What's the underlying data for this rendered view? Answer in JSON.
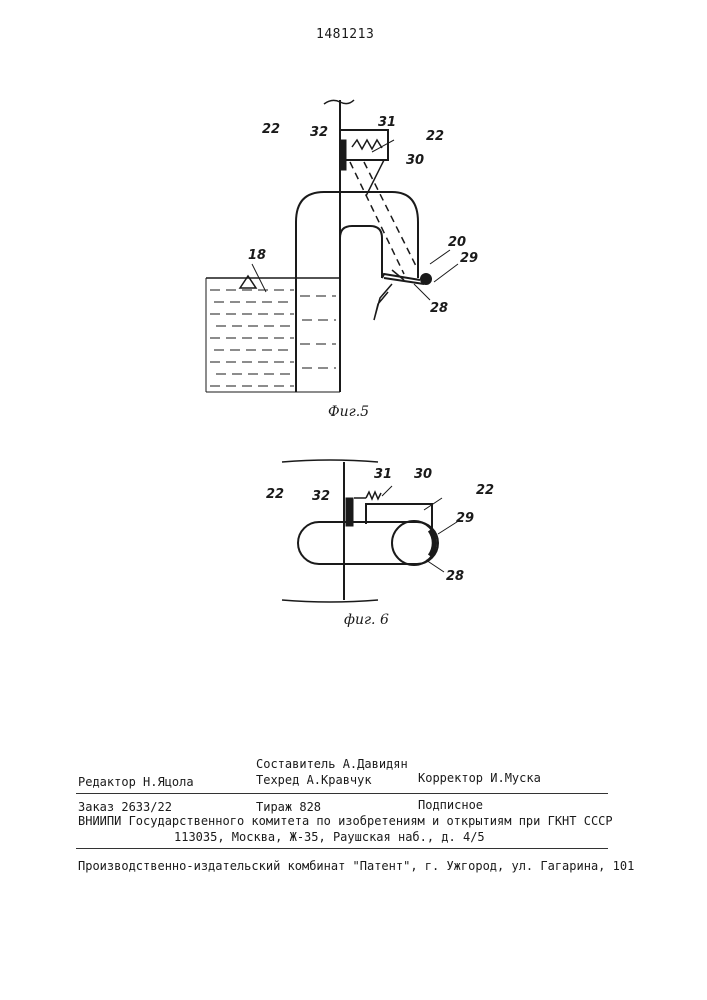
{
  "header": {
    "patent_number": "1481213"
  },
  "fig5": {
    "caption": "Фиг.5",
    "labels": {
      "l22a": "22",
      "l32": "32",
      "l31": "31",
      "l22b": "22",
      "l30": "30",
      "l20": "20",
      "l29": "29",
      "l18": "18",
      "l28": "28"
    }
  },
  "fig6": {
    "caption": "фиг. 6",
    "labels": {
      "l31": "31",
      "l30": "30",
      "l22a": "22",
      "l32": "32",
      "l22b": "22",
      "l29": "29",
      "l28": "28"
    }
  },
  "imprint": {
    "compiler": "Составитель А.Давидян",
    "editor": "Редактор Н.Яцола",
    "techred": "Техред А.Кравчук",
    "corrector": "Корректор И.Муска",
    "order": "Заказ 2633/22",
    "circulation": "Тираж 828",
    "subscription": "Подписное",
    "org_line": "ВНИИПИ Государственного комитета по изобретениям и открытиям при ГКНТ СССР",
    "address_line": "113035, Москва, Ж-35, Раушская наб., д. 4/5",
    "publisher_line": "Производственно-издательский комбинат \"Патент\", г. Ужгород, ул. Гагарина, 101"
  }
}
